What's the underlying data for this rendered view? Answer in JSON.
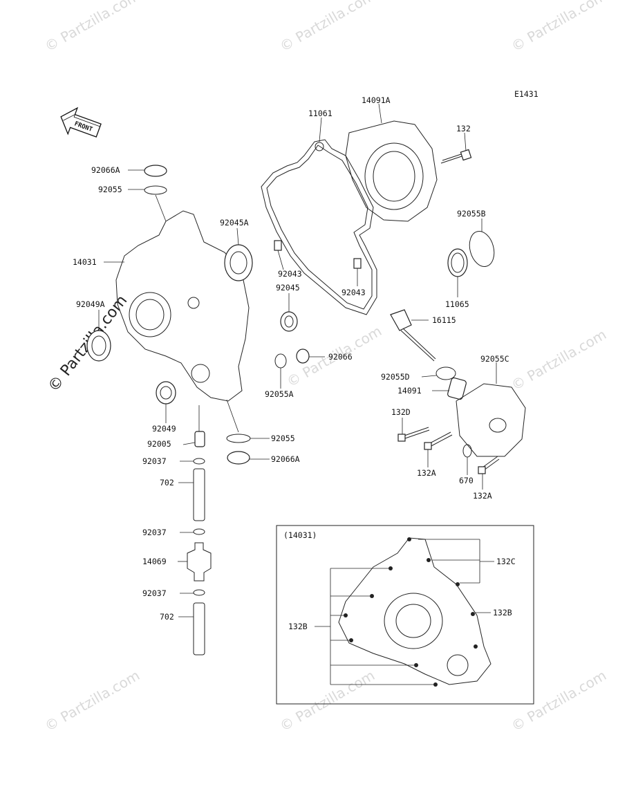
{
  "diagram_code": "E1431",
  "front_label": "FRONT",
  "watermark": "© Partzilla.com",
  "watermark_main": "© Partzilla.com",
  "inset_label": "(14031)",
  "parts": [
    {
      "id": "p11061",
      "label": "11061"
    },
    {
      "id": "p14091A",
      "label": "14091A"
    },
    {
      "id": "p132",
      "label": "132"
    },
    {
      "id": "p92066A_top",
      "label": "92066A"
    },
    {
      "id": "p92055_top",
      "label": "92055"
    },
    {
      "id": "p92045A",
      "label": "92045A"
    },
    {
      "id": "p14031",
      "label": "14031"
    },
    {
      "id": "p92043_a",
      "label": "92043"
    },
    {
      "id": "p92043_b",
      "label": "92043"
    },
    {
      "id": "p92045",
      "label": "92045"
    },
    {
      "id": "p92055B",
      "label": "92055B"
    },
    {
      "id": "p11065",
      "label": "11065"
    },
    {
      "id": "p92049A",
      "label": "92049A"
    },
    {
      "id": "p16115",
      "label": "16115"
    },
    {
      "id": "p92066",
      "label": "92066"
    },
    {
      "id": "p92055C",
      "label": "92055C"
    },
    {
      "id": "p92055D",
      "label": "92055D"
    },
    {
      "id": "p92055A",
      "label": "92055A"
    },
    {
      "id": "p14091",
      "label": "14091"
    },
    {
      "id": "p92049",
      "label": "92049"
    },
    {
      "id": "p132D",
      "label": "132D"
    },
    {
      "id": "p92005",
      "label": "92005"
    },
    {
      "id": "p92055_bot",
      "label": "92055"
    },
    {
      "id": "p92037_a",
      "label": "92037"
    },
    {
      "id": "p92066A_bot",
      "label": "92066A"
    },
    {
      "id": "p132A_a",
      "label": "132A"
    },
    {
      "id": "p670",
      "label": "670"
    },
    {
      "id": "p702_a",
      "label": "702"
    },
    {
      "id": "p132A_b",
      "label": "132A"
    },
    {
      "id": "p92037_b",
      "label": "92037"
    },
    {
      "id": "p14069",
      "label": "14069"
    },
    {
      "id": "p92037_c",
      "label": "92037"
    },
    {
      "id": "p702_b",
      "label": "702"
    },
    {
      "id": "p132C",
      "label": "132C"
    },
    {
      "id": "p132B_r",
      "label": "132B"
    },
    {
      "id": "p132B_l",
      "label": "132B"
    }
  ]
}
